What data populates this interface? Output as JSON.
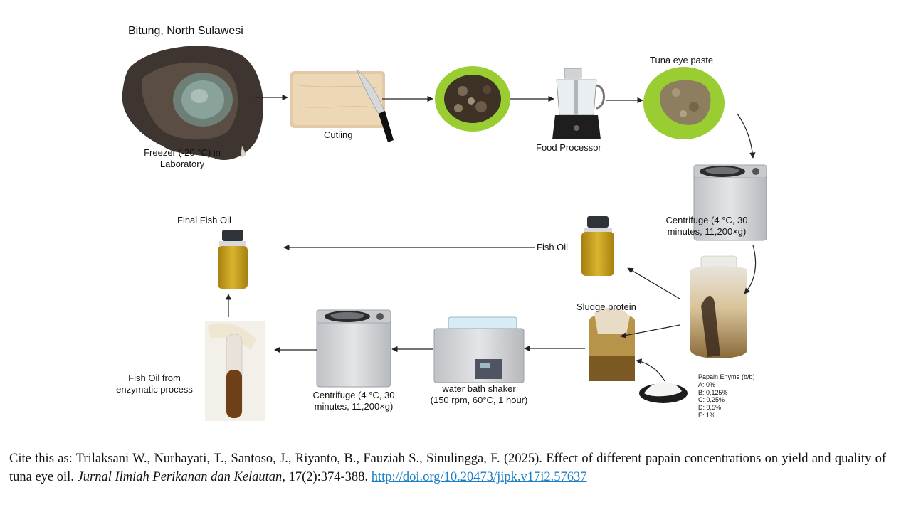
{
  "labels": {
    "origin": "Bitung, North Sulawesi",
    "freezer_line1": "Freezer (-20 °C) in",
    "freezer_line2": "Laboratory",
    "cutting": "Cutiing",
    "food_processor": "Food Processor",
    "paste": "Tuna eye paste",
    "centrifuge1_line1": "Centrifuge (4 °C, 30",
    "centrifuge1_line2": "minutes, 11,200×g)",
    "fish_oil": "Fish Oil",
    "final_oil": "Final Fish Oil",
    "sludge": "Sludge protein",
    "waterbath_line1": "water bath shaker",
    "waterbath_line2": "(150 rpm, 60°C, 1 hour)",
    "centrifuge2_line1": "Centrifuge (4 °C, 30",
    "centrifuge2_line2": "minutes, 11,200×g)",
    "enzymatic_line1": "Fish Oil from",
    "enzymatic_line2": "enzymatic process"
  },
  "papain": {
    "title": "Papain Enyme (b/b)",
    "items": [
      "A: 0%",
      "B: 0,125%",
      "C: 0,25%",
      "D: 0,5%",
      "E: 1%"
    ]
  },
  "citation": {
    "prefix": "Cite this as: Trilaksani W., Nurhayati, T., Santoso, J., Riyanto, B., Fauziah S., Sinulingga, F. (2025). Effect of different papain concentrations on yield and quality of tuna eye oil. ",
    "journal": "Jurnal Ilmiah Perikanan dan Kelautan",
    "suffix": ", 17(2):374-388. ",
    "link": "http://doi.org/10.20473/jipk.v17i2.57637"
  },
  "colors": {
    "arrow": "#222222",
    "link": "#1a7fc4",
    "plate_green": "#9acd32",
    "oil": "#c9a21f",
    "centrifuge_body": "#d9dadc"
  },
  "icons": [
    "tuna-eye-icon",
    "cutting-board-icon",
    "knife-icon",
    "chopped-eye-plate-icon",
    "food-processor-icon",
    "paste-plate-icon",
    "centrifuge-icon",
    "fish-oil-bottle-icon",
    "separation-jar-icon",
    "sludge-jar-icon",
    "papain-powder-icon",
    "water-bath-icon",
    "test-tube-hand-icon"
  ]
}
